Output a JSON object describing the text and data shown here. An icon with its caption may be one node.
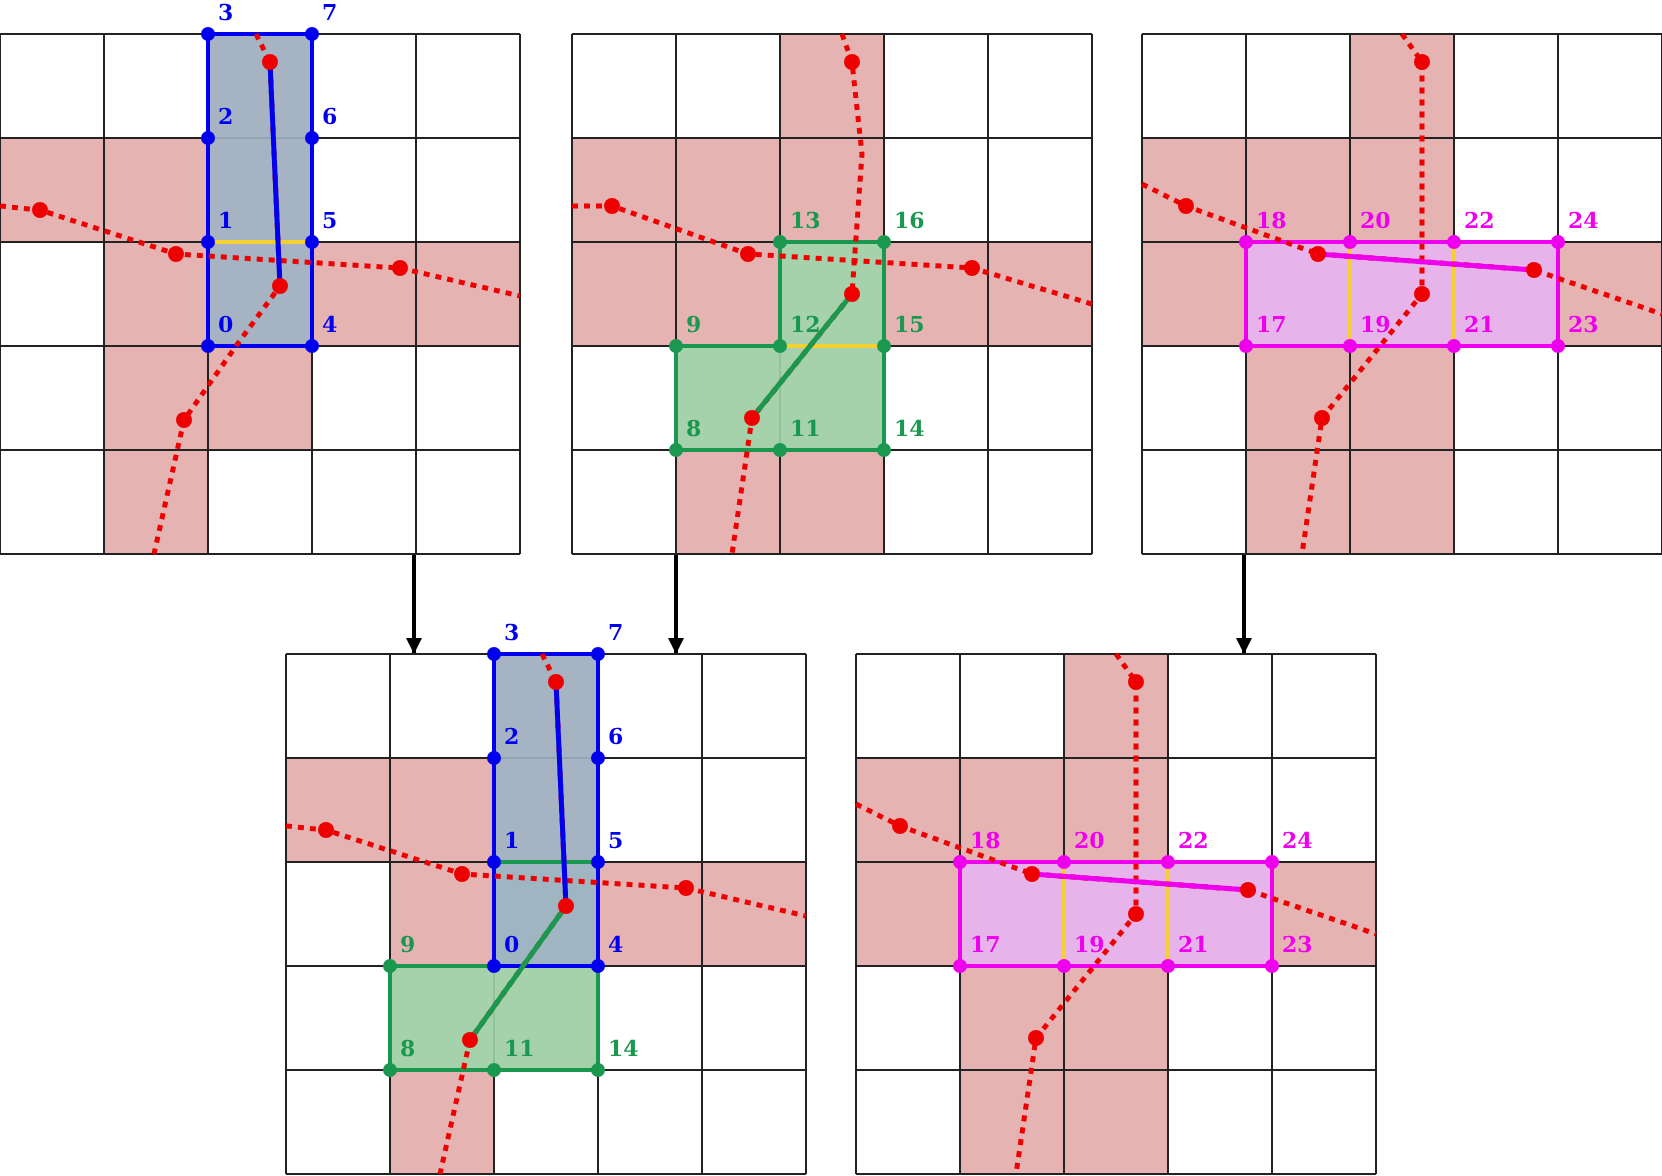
{
  "diagram": {
    "nodes": [
      {
        "text": [],
        "shape": "grid"
      },
      {
        "text": [],
        "shape": "grid"
      },
      {
        "text": [],
        "shape": "grid"
      },
      {
        "text": [],
        "shape": "grid"
      },
      {
        "text": [],
        "shape": "grid"
      }
    ],
    "edges": [
      {
        "from": 0,
        "to": 3,
        "arrow": "to"
      },
      {
        "from": 1,
        "to": 3,
        "arrow": "to"
      },
      {
        "from": 2,
        "to": 4,
        "arrow": "to"
      }
    ],
    "labels": [
      "3",
      "7",
      "2",
      "6",
      "1",
      "5",
      "0",
      "4",
      "13",
      "16",
      "9",
      "12",
      "15",
      "8",
      "11",
      "14",
      "18",
      "20",
      "22",
      "24",
      "17",
      "19",
      "21",
      "23",
      "3",
      "7",
      "2",
      "6",
      "1",
      "5",
      "9",
      "0",
      "4",
      "8",
      "11",
      "14",
      "18",
      "20",
      "22",
      "24",
      "17",
      "19",
      "21",
      "23"
    ]
  }
}
